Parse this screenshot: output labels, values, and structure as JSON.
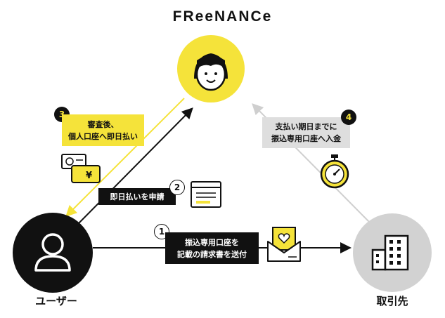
{
  "brand": {
    "logo_text": "FReeNANCe"
  },
  "actors": {
    "center_icon": "smiling-face-icon",
    "user_label": "ユーザー",
    "user_icon": "person-icon",
    "client_label": "取引先",
    "client_icon": "building-icon"
  },
  "steps": [
    {
      "number": "1",
      "line1": "振込専用口座を",
      "line2": "記載の請求書を送付",
      "icon": "envelope-heart-icon"
    },
    {
      "number": "2",
      "line1": "即日払いを申請",
      "line2": "",
      "icon": "application-form-icon"
    },
    {
      "number": "3",
      "line1": "審査後、",
      "line2": "個人口座へ即日払い",
      "icon": "cash-wallet-icon"
    },
    {
      "number": "4",
      "line1": "支払い期日までに",
      "line2": "振込専用口座へ入金",
      "icon": "stopwatch-icon"
    }
  ],
  "colors": {
    "accent_yellow": "#f5e33a",
    "dark": "#111111",
    "gray": "#dedede",
    "light_gray": "#cfcfcf"
  }
}
